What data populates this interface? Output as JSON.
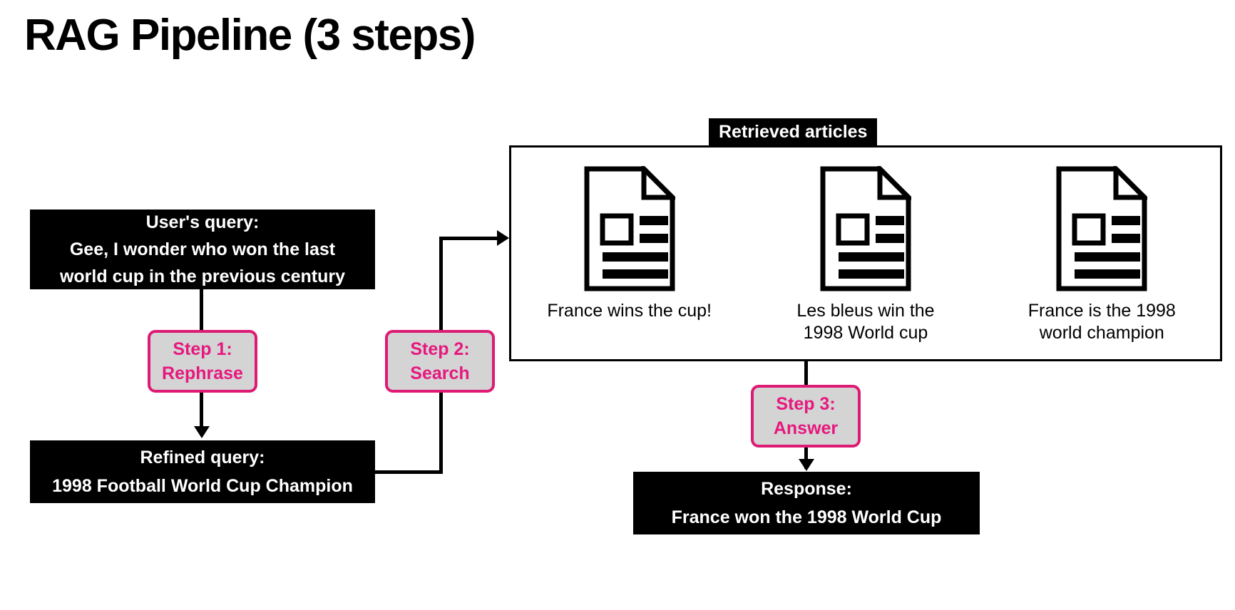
{
  "title": "RAG Pipeline (3 steps)",
  "colors": {
    "accent_pink": "#e6187e",
    "badge_border": "#dd1b74",
    "badge_fill": "#d4d4d4",
    "box_fill": "#000000",
    "box_text": "#ffffff",
    "background": "#ffffff"
  },
  "nodes": {
    "user_query": {
      "label": "User's query:",
      "text_line1": "Gee, I wonder who won the last",
      "text_line2": "world cup in the previous century"
    },
    "refined_query": {
      "label": "Refined query:",
      "text_line1": "1998 Football World Cup Champion"
    },
    "response": {
      "label": "Response:",
      "text_line1": "France won the 1998 World Cup"
    }
  },
  "steps": [
    {
      "number_label": "Step 1:",
      "action_label": "Rephrase"
    },
    {
      "number_label": "Step 2:",
      "action_label": "Search"
    },
    {
      "number_label": "Step 3:",
      "action_label": "Answer"
    }
  ],
  "retrieved": {
    "panel_label": "Retrieved articles",
    "articles": [
      {
        "icon": "document-icon",
        "caption_line1": "France wins the cup!",
        "caption_line2": ""
      },
      {
        "icon": "document-icon",
        "caption_line1": "Les bleus win the",
        "caption_line2": "1998 World cup"
      },
      {
        "icon": "document-icon",
        "caption_line1": "France is the 1998",
        "caption_line2": "world champion"
      }
    ]
  }
}
